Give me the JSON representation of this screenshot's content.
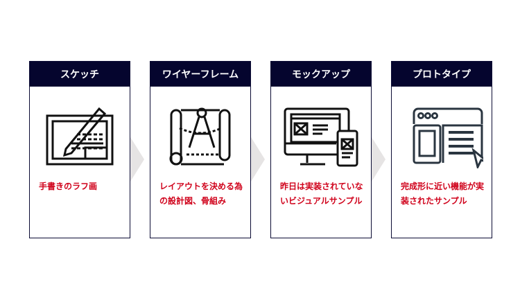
{
  "steps": [
    {
      "title": "スケッチ",
      "description": "手書きのラフ画",
      "icon": "sketch-tablet-pencil-icon"
    },
    {
      "title": "ワイヤーフレーム",
      "description": "レイアウトを決める為の設計図、骨組み",
      "icon": "blueprint-compass-icon"
    },
    {
      "title": "モックアップ",
      "description": "昨日は実装されていないビジュアルサンプル",
      "icon": "desktop-mobile-mockup-icon"
    },
    {
      "title": "プロトタイプ",
      "description": "完成形に近い機能が実装されたサンプル",
      "icon": "browser-cursor-icon"
    }
  ],
  "colors": {
    "header": "#05052e",
    "description": "#d0021b",
    "arrow": "#e6e4e4"
  }
}
